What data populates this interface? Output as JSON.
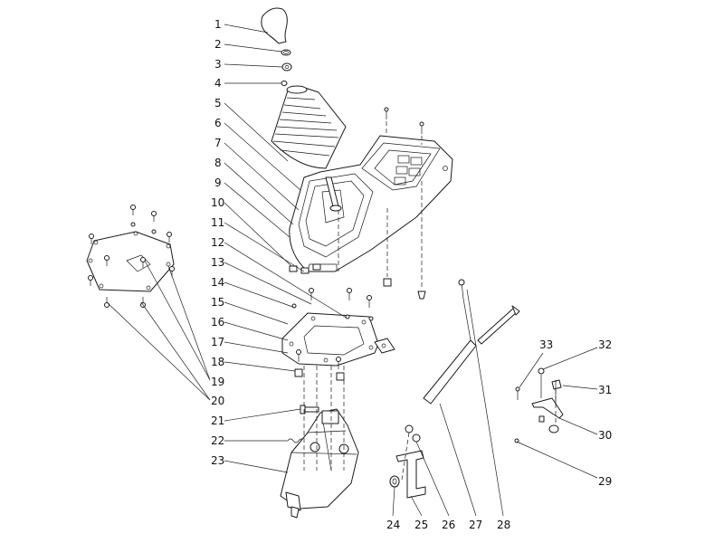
{
  "labels": {
    "n1": "1",
    "n2": "2",
    "n3": "3",
    "n4": "4",
    "n5": "5",
    "n6": "6",
    "n7": "7",
    "n8": "8",
    "n9": "9",
    "n10": "10",
    "n11": "11",
    "n12": "12",
    "n13": "13",
    "n14": "14",
    "n15": "15",
    "n16": "16",
    "n17": "17",
    "n18": "18",
    "n19": "19",
    "n20": "20",
    "n21": "21",
    "n22": "22",
    "n23": "23",
    "n24": "24",
    "n25": "25",
    "n26": "26",
    "n27": "27",
    "n28": "28",
    "n29": "29",
    "n30": "30",
    "n31": "31",
    "n32": "32",
    "n33": "33"
  }
}
